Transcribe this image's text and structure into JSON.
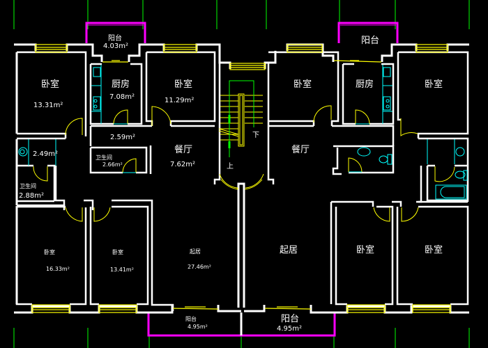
{
  "drawing": {
    "background": "#000000",
    "colors": {
      "wall": "#ffffff",
      "window": "#ffff00",
      "door": "#ffff00",
      "fixture": "#00ffff",
      "balcony_rail": "#ff00ff",
      "axis_line": "#00ff00",
      "text": "#ffffff"
    }
  },
  "left_unit": {
    "balcony_north": {
      "name": "阳台",
      "area": "4.03m²"
    },
    "bedroom_nw": {
      "name": "卧室",
      "area": "13.31m²"
    },
    "kitchen": {
      "name": "厨房",
      "area": "7.08m²"
    },
    "bedroom_n": {
      "name": "卧室",
      "area": "11.29m²"
    },
    "hall": {
      "area": "2.59m²"
    },
    "bath_small": {
      "name": "卫生间",
      "area": "2.66m²"
    },
    "dining": {
      "name": "餐厅",
      "area": "7.62m²"
    },
    "laundry": {
      "area": "2.49m²"
    },
    "bath_west": {
      "name": "卫生间",
      "area": "2.88m²"
    },
    "bedroom_sw": {
      "name": "卧室",
      "area": "16.33m²"
    },
    "bedroom_s": {
      "name": "卧室",
      "area": "13.41m²"
    },
    "living": {
      "name": "起居",
      "area": "27.46m²"
    },
    "balcony_south": {
      "name": "阳台",
      "area": "4.95m²"
    }
  },
  "stair": {
    "up_label": "上",
    "down_label": "下"
  },
  "right_unit": {
    "balcony_north": {
      "name": "阳台"
    },
    "bedroom_n": {
      "name": "卧室"
    },
    "kitchen": {
      "name": "厨房"
    },
    "bedroom_ne": {
      "name": "卧室"
    },
    "dining": {
      "name": "餐厅"
    },
    "living": {
      "name": "起居"
    },
    "bedroom_s": {
      "name": "卧室"
    },
    "bedroom_se": {
      "name": "卧室"
    },
    "balcony_south": {
      "name": "阳台",
      "area": "4.95m²"
    }
  }
}
